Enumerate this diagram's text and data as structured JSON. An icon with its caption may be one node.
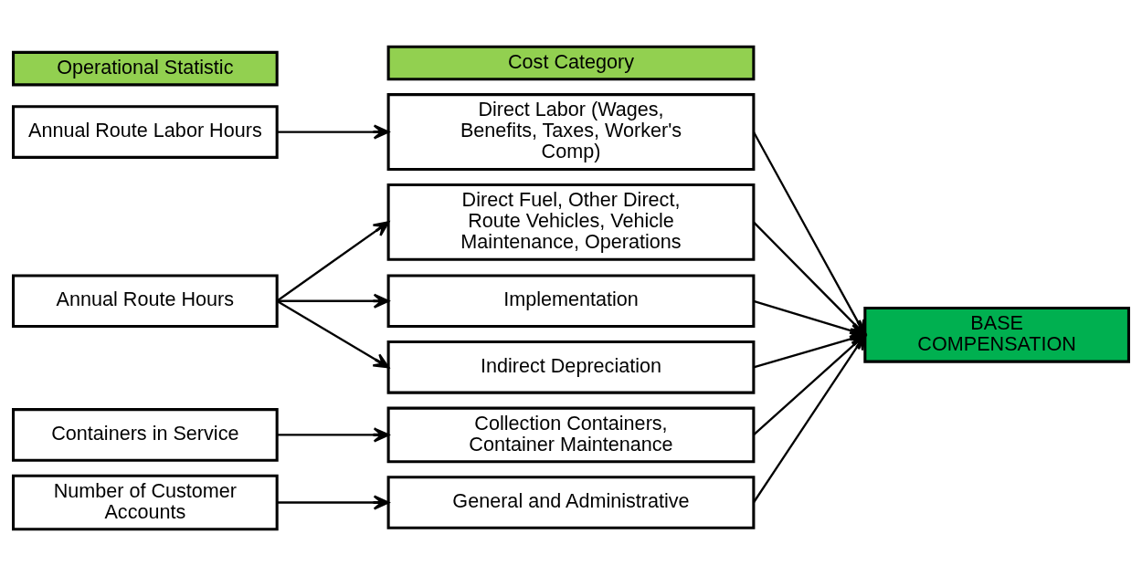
{
  "diagram": {
    "nodes": [
      {
        "text": [
          "Operational Statistic"
        ]
      },
      {
        "text": [
          "Cost Category"
        ]
      },
      {
        "text": [
          "Annual Route Labor Hours"
        ]
      },
      {
        "text": [
          "Annual Route Hours"
        ]
      },
      {
        "text": [
          "Containers in Service"
        ]
      },
      {
        "text": [
          "Number of Customer Accounts"
        ]
      },
      {
        "text": [
          "Direct Labor (Wages, Benefits, Taxes, Worker's Comp)"
        ]
      },
      {
        "text": [
          "Direct Fuel, Other Direct, Route Vehicles, Vehicle Maintenance, Operations"
        ]
      },
      {
        "text": [
          "Implementation"
        ]
      },
      {
        "text": [
          "Indirect Depreciation"
        ]
      },
      {
        "text": [
          "Collection Containers, Container Maintenance"
        ]
      },
      {
        "text": [
          "General and Administrative"
        ]
      },
      {
        "text": [
          "BASE COMPENSATION"
        ]
      }
    ],
    "edges": [
      {
        "from": 2,
        "to": 6,
        "arrow": "to"
      },
      {
        "from": 3,
        "to": 7,
        "arrow": "to"
      },
      {
        "from": 3,
        "to": 8,
        "arrow": "to"
      },
      {
        "from": 3,
        "to": 9,
        "arrow": "to"
      },
      {
        "from": 4,
        "to": 10,
        "arrow": "to"
      },
      {
        "from": 5,
        "to": 11,
        "arrow": "to"
      },
      {
        "from": 6,
        "to": 12,
        "arrow": "to"
      },
      {
        "from": 7,
        "to": 12,
        "arrow": "to"
      },
      {
        "from": 8,
        "to": 12,
        "arrow": "to"
      },
      {
        "from": 9,
        "to": 12,
        "arrow": "to"
      },
      {
        "from": 10,
        "to": 12,
        "arrow": "to"
      },
      {
        "from": 11,
        "to": 12,
        "arrow": "to"
      }
    ]
  }
}
